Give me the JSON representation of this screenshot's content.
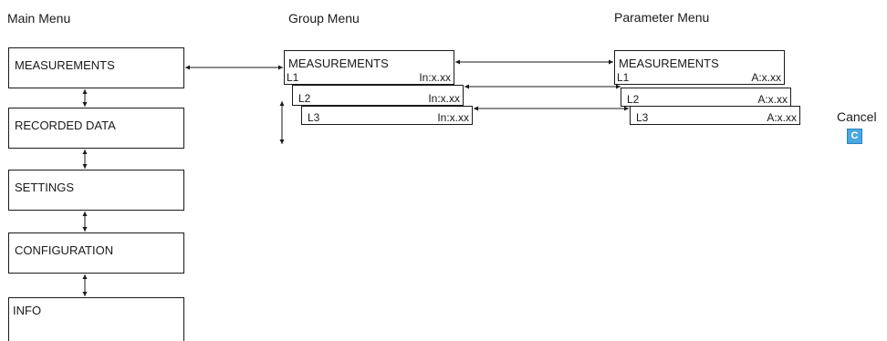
{
  "headings": {
    "main": "Main Menu",
    "group": "Group Menu",
    "parameter": "Parameter Menu"
  },
  "main_menu": {
    "items": [
      {
        "label": "MEASUREMENTS"
      },
      {
        "label": "RECORDED DATA"
      },
      {
        "label": "SETTINGS"
      },
      {
        "label": "CONFIGURATION"
      },
      {
        "label": "INFO"
      }
    ]
  },
  "group_menu": {
    "title": "MEASUREMENTS",
    "rows": [
      {
        "line": "L1",
        "value": "In:x.xx"
      },
      {
        "line": "L2",
        "value": "In:x.xx"
      },
      {
        "line": "L3",
        "value": "In:x.xx"
      }
    ]
  },
  "parameter_menu": {
    "title": "MEASUREMENTS",
    "rows": [
      {
        "line": "L1",
        "value": "A:x.xx"
      },
      {
        "line": "L2",
        "value": "A:x.xx"
      },
      {
        "line": "L3",
        "value": "A:x.xx"
      }
    ]
  },
  "cancel": {
    "label": "Cancel",
    "key": "C",
    "key_color": "#4aa7e0"
  }
}
